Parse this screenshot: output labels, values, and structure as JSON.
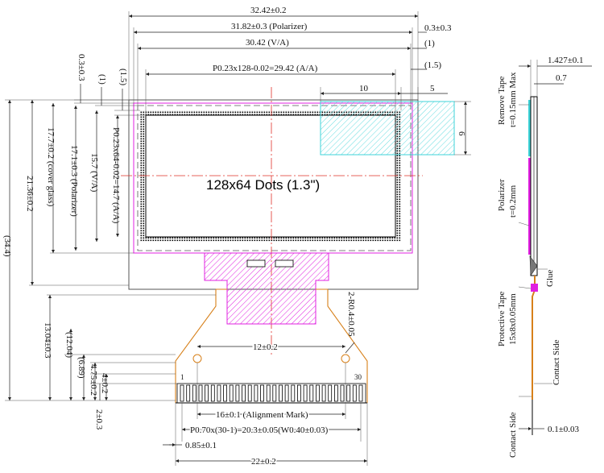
{
  "colors": {
    "magenta": "#e020e0",
    "cyan": "#3fd3d8",
    "orange": "#d7801a",
    "centerline": "#e0302a",
    "black": "#000000"
  },
  "display_label": "128x64 Dots (1.3\")",
  "top_dims": {
    "d1": "32.42±0.2",
    "d2": "31.82±0.3 (Polarizer)",
    "d3": "30.42 (V/A)",
    "d4": "P0.23x128-0.02=29.42 (A/A)",
    "r1": "0.3±0.3",
    "r2": "(1)",
    "r3": "(1.5)",
    "r4": "10",
    "r5": "5",
    "r6": "6"
  },
  "left_dims": {
    "v1": "0.3±0.3",
    "v2": "(1)",
    "v3": "(1.5)",
    "v4": "(34.4)",
    "v5": "21.36±0.2",
    "v6": "17.7±0.2 (cover glass)",
    "v7": "17.1±0.3 (Polarizer)",
    "v8": "15.7 (V/A)",
    "v9": "P0.23x64-0.02=14.7 (A/A)",
    "v10": "13.04±0.3",
    "v11": "(12.04)",
    "v12": "(6.89)",
    "v13": "4.75±0.2",
    "v14": "4±0.2",
    "v15": "2±0.3"
  },
  "fpc_dims": {
    "radius": "2-R0.4±0.05",
    "width12": "12±0.2",
    "pin_first": "1",
    "pin_last": "30",
    "align": "16±0.1 (Alignment Mark)",
    "pitch": "P0.70x(30-1)=20.3±0.05(W0.40±0.03)",
    "offset": "0.85±0.1",
    "total": "22±0.2"
  },
  "side_view": {
    "thickness": "1.427±0.1",
    "inner": "0.7",
    "remove_tape": "Remove Tape",
    "remove_tape_t": "t=0.15mm Max",
    "polarizer": "Polarizer",
    "polarizer_t": "t=0.2mm",
    "glue": "Glue",
    "protective_tape": "Protective Tape",
    "protective_tape_size": "15x8x0.05mm",
    "contact_side_1": "Contact Side",
    "contact_side_2": "Contact Side",
    "fpc_thickness": "0.1±0.03"
  }
}
